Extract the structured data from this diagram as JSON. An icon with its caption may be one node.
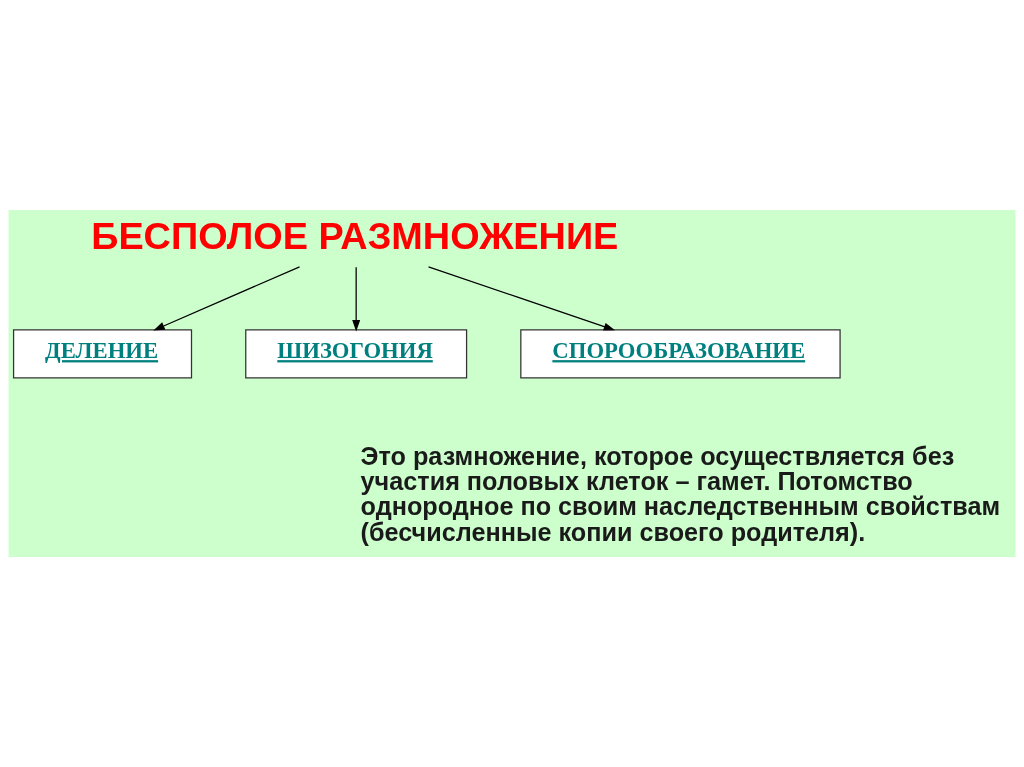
{
  "diagram": {
    "nodes": [
      {
        "text": [
          "БЕСПОЛОЕ РАЗМНОЖЕНИЕ"
        ]
      },
      {
        "text": [
          "ДЕЛЕНИЕ"
        ]
      },
      {
        "text": [
          "ШИЗОГОНИЯ"
        ]
      },
      {
        "text": [
          "СПОРООБРАЗОВАНИЕ"
        ]
      }
    ],
    "edges": [
      {
        "from": 0,
        "to": 1,
        "arrow": "to"
      },
      {
        "from": 0,
        "to": 3,
        "arrow": "to"
      },
      {
        "from": 0,
        "to": 2,
        "arrow": "to"
      }
    ],
    "labels": [
      "Это размножение, которое осуществляется без участия половых клеток – гамет. Потомство однородное по своим наследственным свойствам (бесчисленные копии своего родителя)."
    ]
  }
}
